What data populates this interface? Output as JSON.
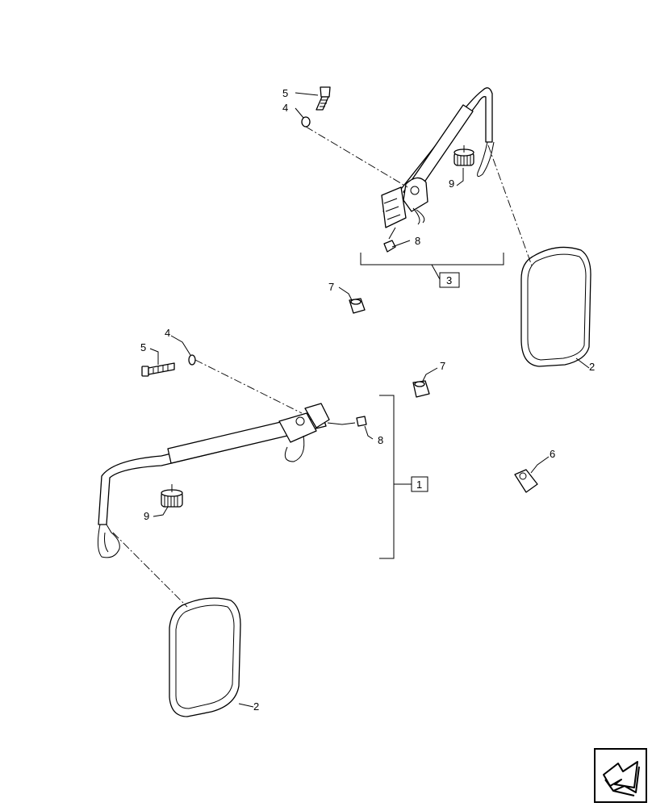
{
  "callouts": {
    "top_bolt": "5",
    "top_washer": "4",
    "top_knob": "9",
    "top_connector": "8",
    "top_assembly": "3",
    "top_nut": "7",
    "right_mirror": "2",
    "left_washer": "4",
    "left_bolt": "5",
    "mid_nut": "7",
    "left_connector": "8",
    "left_assembly": "1",
    "clip": "6",
    "left_knob": "9",
    "bottom_mirror": "2"
  },
  "icons": {
    "navigation": "next-page-arrow-icon"
  }
}
